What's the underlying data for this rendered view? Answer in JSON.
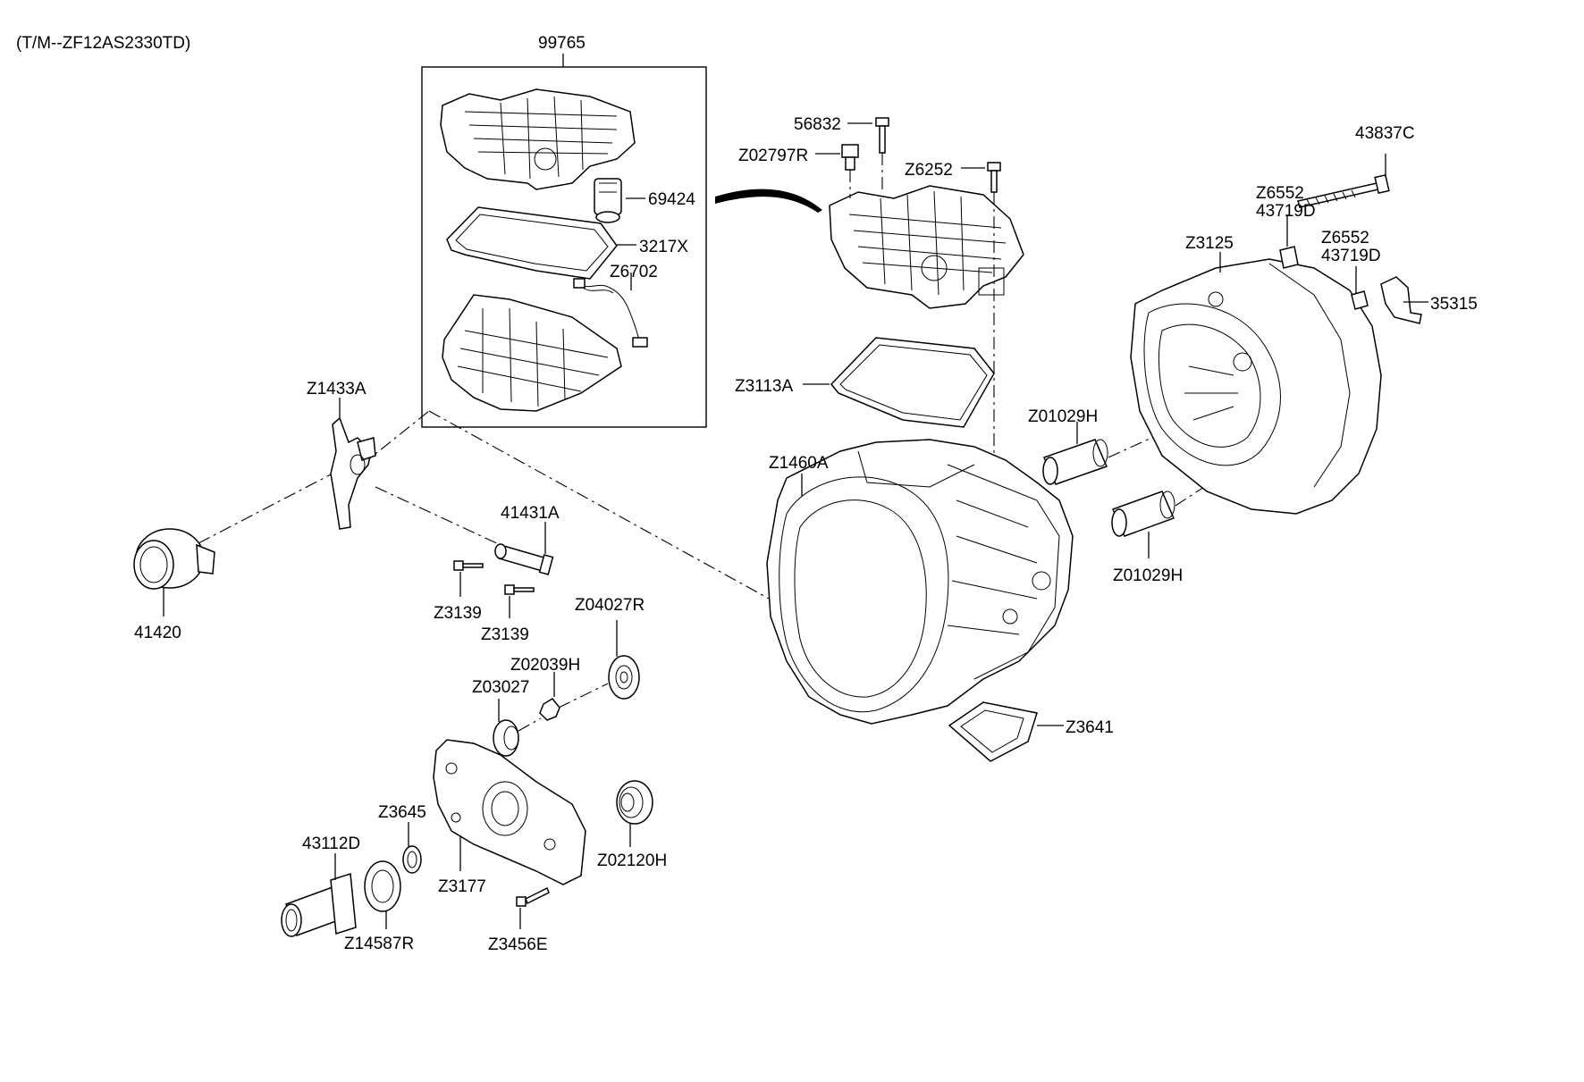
{
  "title": "(T/M--ZF12AS2330TD)",
  "labels": {
    "p99765": "99765",
    "p69424": "69424",
    "p3217X": "3217X",
    "pZ6702": "Z6702",
    "p56832": "56832",
    "pZ02797R": "Z02797R",
    "pZ6252": "Z6252",
    "pZ3113A": "Z3113A",
    "p43837C": "43837C",
    "pZ6552a": "Z6552",
    "p43719Da": "43719D",
    "pZ3125": "Z3125",
    "pZ6552b": "Z6552",
    "p43719Db": "43719D",
    "p35315": "35315",
    "pZ01029Ha": "Z01029H",
    "pZ01029Hb": "Z01029H",
    "pZ1460A": "Z1460A",
    "pZ1433A": "Z1433A",
    "p41431A": "41431A",
    "p41420": "41420",
    "pZ3139a": "Z3139",
    "pZ3139b": "Z3139",
    "pZ04027R": "Z04027R",
    "pZ02039H": "Z02039H",
    "pZ03027": "Z03027",
    "pZ3641": "Z3641",
    "pZ3645": "Z3645",
    "p43112D": "43112D",
    "pZ3177": "Z3177",
    "pZ02120H": "Z02120H",
    "pZ14587R": "Z14587R",
    "pZ3456E": "Z3456E"
  }
}
